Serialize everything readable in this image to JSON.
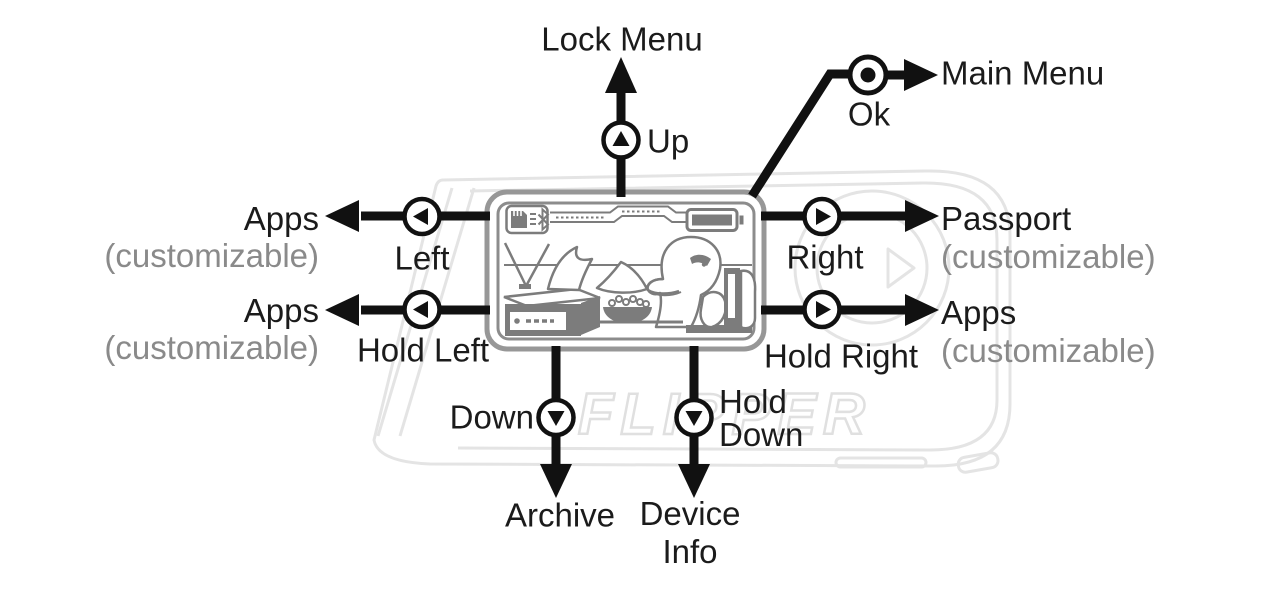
{
  "device": {
    "logo_text": "FLIPPER"
  },
  "controls": {
    "up": {
      "button": "Up",
      "action": "Lock Menu"
    },
    "ok": {
      "button": "Ok",
      "action": "Main Menu"
    },
    "left": {
      "button": "Left",
      "action": "Apps",
      "note": "(customizable)"
    },
    "hold_left": {
      "button": "Hold Left",
      "action": "Apps",
      "note": "(customizable)"
    },
    "right": {
      "button": "Right",
      "action": "Passport",
      "note": "(customizable)"
    },
    "hold_right": {
      "button": "Hold Right",
      "action": "Apps",
      "note": "(customizable)"
    },
    "down": {
      "button": "Down",
      "action": "Archive"
    },
    "hold_down": {
      "button": "Hold\nDown",
      "action": "Device\nInfo"
    }
  },
  "icons": [
    "up-button-icon",
    "down-button-icon",
    "left-button-icon",
    "right-button-icon",
    "ok-button-icon",
    "sd-card-icon",
    "bluetooth-icon",
    "battery-icon"
  ],
  "colors": {
    "line": "#111111",
    "text": "#1b1b1b",
    "muted_text": "#8a8a8a",
    "screen_border": "#979797",
    "screen_art": "#7c7c7c",
    "device_outline": "#e4e4e4"
  }
}
